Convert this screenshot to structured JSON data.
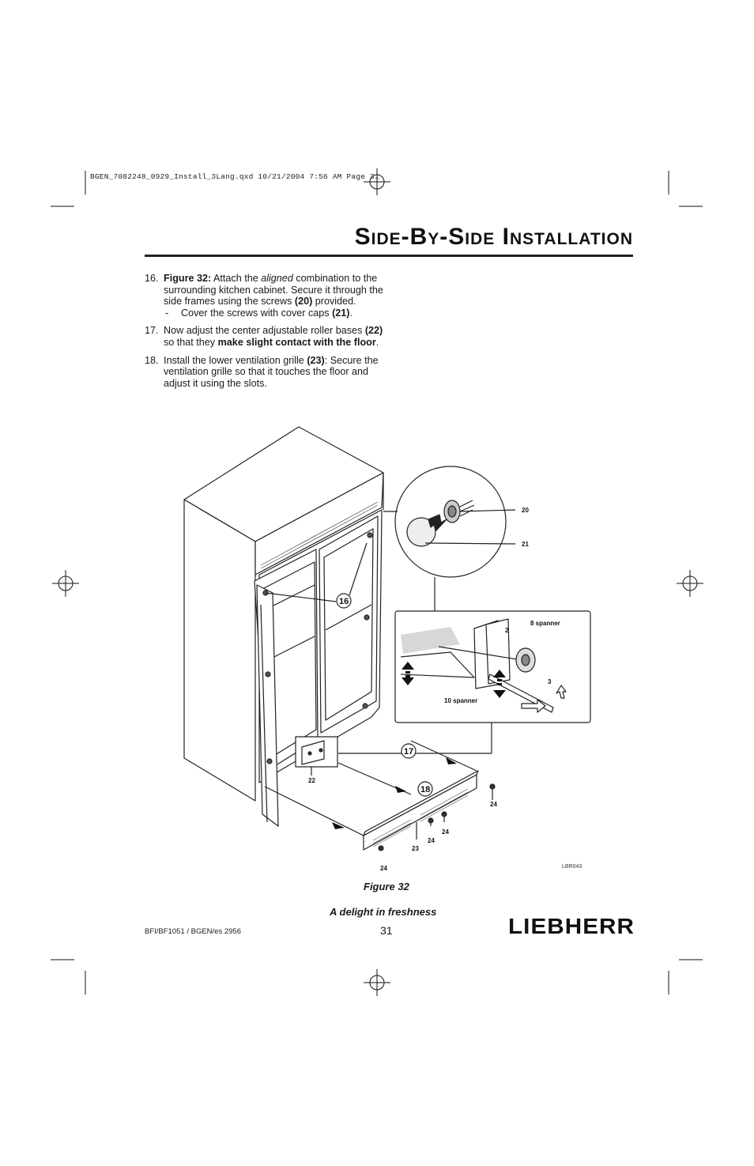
{
  "slug_line": "BGEN_7082248_0929_Install_3Lang.qxd  10/21/2004  7:56 AM  Page 31",
  "title": "Side-By-Side Installation",
  "steps": [
    {
      "num": "16.",
      "fig": "Figure 32:",
      "t1": " Attach the ",
      "em": "aligned",
      "t2": " combination to the surrounding kitchen cabinet. Secure it through the side frames using the screws ",
      "ref": "(20)",
      "t3": " provided.",
      "sub_dash": "-",
      "sub_t1": "Cover the screws with cover caps ",
      "sub_ref": "(21)",
      "sub_t2": "."
    },
    {
      "num": "17.",
      "t1": "Now adjust the center adjustable roller bases ",
      "ref": "(22)",
      "t2": " so that they ",
      "strong": "make slight contact with the floor",
      "t3": "."
    },
    {
      "num": "18.",
      "t1": "Install the lower ventilation grille ",
      "ref": "(23)",
      "t2": ": Secure the ventilation grille so that it touches the floor and adjust it using the slots."
    }
  ],
  "figure": {
    "callouts": [
      "16",
      "17",
      "18"
    ],
    "labels": {
      "screw": "20",
      "cap": "21",
      "roller": "22",
      "grille": "23",
      "grille_screw": "24",
      "spanner8": "8 spanner",
      "spanner10": "10 spanner",
      "step2": "2",
      "step3": "3",
      "code": "LBR043"
    },
    "caption": "Figure 32"
  },
  "footer": {
    "tagline": "A delight in freshness",
    "page_number": "31",
    "doc_ref": "BFI/BF1051 / BGEN/es 2956",
    "brand": "LIEBHERR"
  }
}
